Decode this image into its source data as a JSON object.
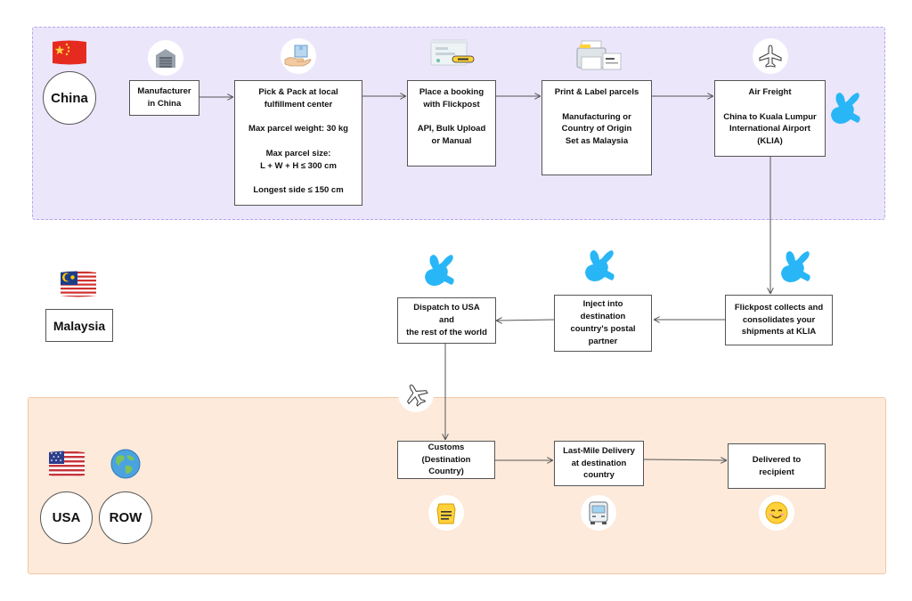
{
  "regions": {
    "china_label": "China",
    "malaysia_label": "Malaysia",
    "usa_label": "USA",
    "row_label": "ROW"
  },
  "steps": {
    "manufacturer": "Manufacturer\nin China",
    "pick_pack": "Pick & Pack at local\nfulfillment center\n\nMax parcel weight: 30 kg\n\nMax parcel size:\nL + W + H ≤ 300 cm\n\nLongest side ≤  150 cm",
    "booking": "Place a booking\nwith Flickpost\n\nAPI, Bulk Upload\nor Manual",
    "print_label": "Print & Label parcels\n\nManufacturing or\nCountry of Origin\nSet as Malaysia",
    "air_freight": "Air Freight\n\nChina to Kuala Lumpur\nInternational Airport\n(KLIA)",
    "collect": "Flickpost collects and\nconsolidates your\nshipments at KLIA",
    "inject": "Inject into destination\ncountry's postal\npartner",
    "dispatch": "Dispatch to USA\nand\nthe rest of the world",
    "customs": "Customs\n(Destination Country)",
    "last_mile": "Last-Mile Delivery\nat destination\ncountry",
    "delivered": "Delivered to recipient"
  },
  "colors": {
    "china_region": "#ece6fb",
    "destination_region": "#fdeadb",
    "brand_rabbit": "#29b6f6"
  },
  "icons": [
    "china-flag-icon",
    "malaysia-flag-icon",
    "usa-flag-icon",
    "globe-icon",
    "warehouse-icon",
    "package-hand-icon",
    "booking-screen-icon",
    "printer-icon",
    "airplane-icon",
    "flickpost-rabbit-icon",
    "customs-bag-icon",
    "delivery-truck-icon",
    "smiley-icon"
  ]
}
